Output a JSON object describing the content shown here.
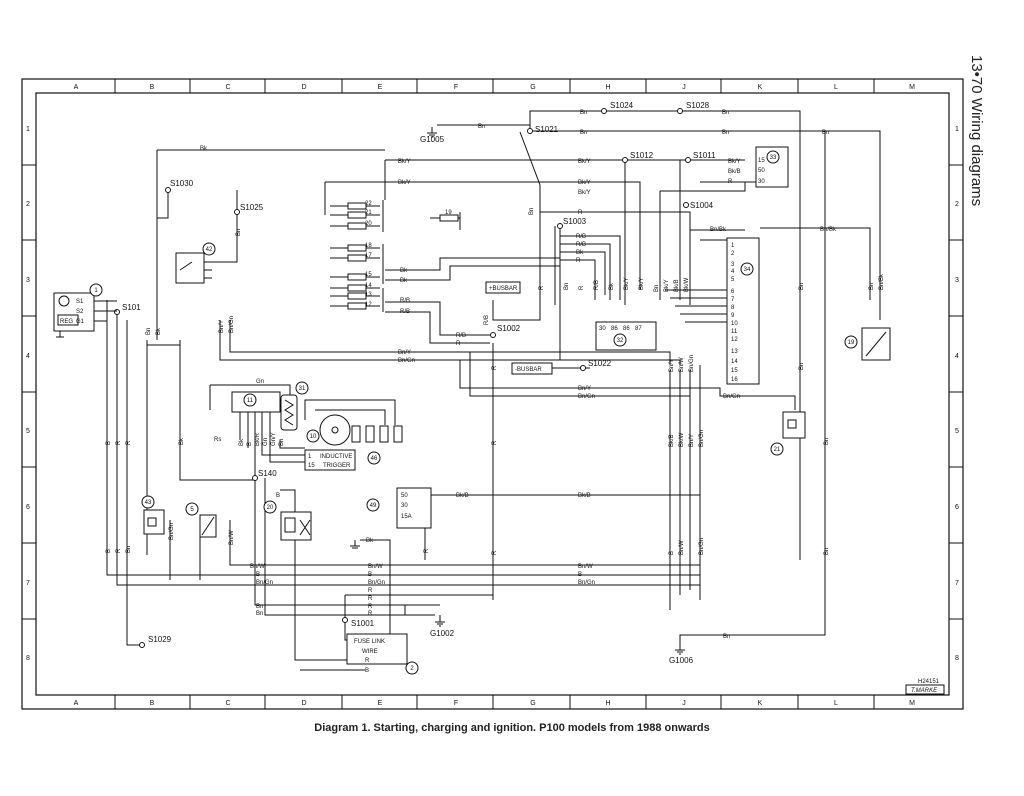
{
  "header": {
    "page_ref": "13•70 Wiring diagrams"
  },
  "caption": "Diagram 1. Starting, charging and ignition. P100 models from 1988 onwards",
  "reference_code": "H24151",
  "signature": "T.MARKE",
  "grid": {
    "columns": [
      "A",
      "B",
      "C",
      "D",
      "E",
      "F",
      "G",
      "H",
      "J",
      "K",
      "L",
      "M"
    ],
    "rows": [
      "1",
      "2",
      "3",
      "4",
      "5",
      "6",
      "7",
      "8"
    ]
  },
  "splices": [
    "S1024",
    "S1028",
    "S1021",
    "S1012",
    "S1011",
    "S1030",
    "S1025",
    "S101",
    "S1003",
    "S1004",
    "S1002",
    "S1022",
    "S140",
    "S1001",
    "S1029"
  ],
  "grounds": [
    "G1005",
    "G1002",
    "G1006"
  ],
  "components": [
    "1",
    "2",
    "5",
    "10",
    "11",
    "19",
    "20",
    "21",
    "31",
    "32",
    "33",
    "34",
    "42",
    "43",
    "46",
    "49"
  ],
  "fuses": [
    "22",
    "21",
    "20",
    "19",
    "18",
    "17",
    "15",
    "14",
    "13",
    "12"
  ],
  "boxes": {
    "busbar_pos": "+BUSBAR",
    "busbar_neg": "-BUSBAR",
    "inductive_trigger": [
      "INDUCTIVE",
      "TRIGGER"
    ],
    "inductive_pins": [
      "1",
      "15"
    ],
    "fuse_link": [
      "FUSE LINK",
      "WIRE"
    ],
    "comp1_pins": [
      "S1",
      "S2",
      "G1"
    ],
    "comp1_text": "REG",
    "comp33_pins": [
      "15",
      "50",
      "30"
    ],
    "comp32_pins": [
      "30",
      "86",
      "86",
      "87"
    ],
    "comp49_pins": [
      "50",
      "30",
      "15A"
    ],
    "comp34_pins": [
      "1",
      "2",
      "3",
      "4",
      "5",
      "6",
      "7",
      "8",
      "9",
      "10",
      "11",
      "12",
      "13",
      "14",
      "15",
      "16"
    ]
  },
  "wire_labels": {
    "bn": "Bn",
    "bk": "Bk",
    "r": "R",
    "b": "B",
    "bky": "Bk/Y",
    "bkb": "Bk/B",
    "rb": "R/B",
    "bnbk": "Bn/Bk",
    "bny": "Bn/Y",
    "bngn": "Bn/Gn",
    "bnw": "Bn/W",
    "bng": "Bn/G",
    "gn": "Gn",
    "bngn2": "Bn/Gn",
    "bbk": "B/Bk",
    "bkr": "Bk/R",
    "gny": "Gn/Y",
    "bkw": "Bk/W",
    "rs": "Rs"
  }
}
